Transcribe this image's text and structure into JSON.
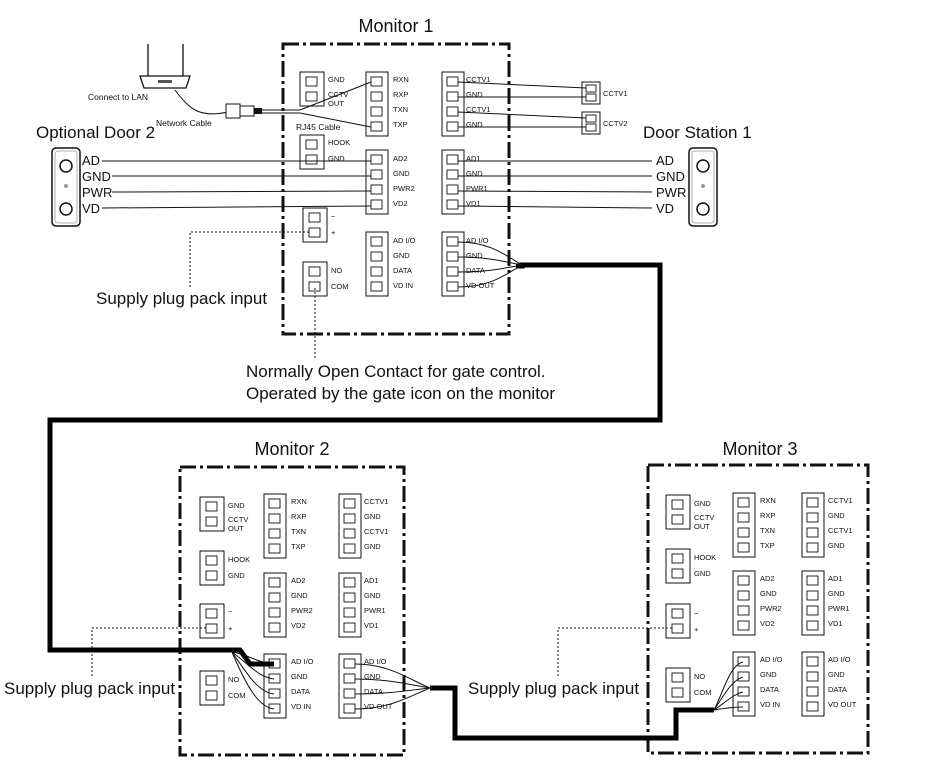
{
  "monitors": [
    {
      "title": "Monitor 1"
    },
    {
      "title": "Monitor 2"
    },
    {
      "title": "Monitor 3"
    }
  ],
  "terminals": {
    "gnd_cctv_out": [
      "GND",
      "CCTV",
      "OUT"
    ],
    "rxn_block": [
      "RXN",
      "RXP",
      "TXN",
      "TXP"
    ],
    "cctv_block": [
      "CCTV1",
      "GND",
      "CCTV1",
      "GND"
    ],
    "hook_block": [
      "HOOK",
      "GND"
    ],
    "door2_block": [
      "AD2",
      "GND",
      "PWR2",
      "VD2"
    ],
    "door1_block": [
      "AD1",
      "GND",
      "PWR1",
      "VD1"
    ],
    "power_block": [
      "−",
      "+"
    ],
    "relay_block": [
      "NO",
      "COM"
    ],
    "bus_in_block": [
      "AD I/O",
      "GND",
      "DATA",
      "VD IN"
    ],
    "bus_out_block": [
      "AD I/O",
      "GND",
      "DATA",
      "VD OUT"
    ]
  },
  "door_stations": {
    "optional_door_2": {
      "title": "Optional Door 2",
      "wires": [
        "AD",
        "GND",
        "PWR",
        "VD"
      ]
    },
    "door_station_1": {
      "title": "Door Station 1",
      "wires": [
        "AD",
        "GND",
        "PWR",
        "VD"
      ]
    }
  },
  "network": {
    "connect_to_lan": "Connect to LAN",
    "network_cable": "Network Cable",
    "rj45_cable": "RJ45 Cable"
  },
  "cameras": {
    "cctv1": "CCTV1",
    "cctv2": "CCTV2"
  },
  "annotations": {
    "supply_input": "Supply plug pack input",
    "gate_line1": "Normally Open Contact for gate control.",
    "gate_line2": "Operated by the gate icon on the monitor"
  }
}
